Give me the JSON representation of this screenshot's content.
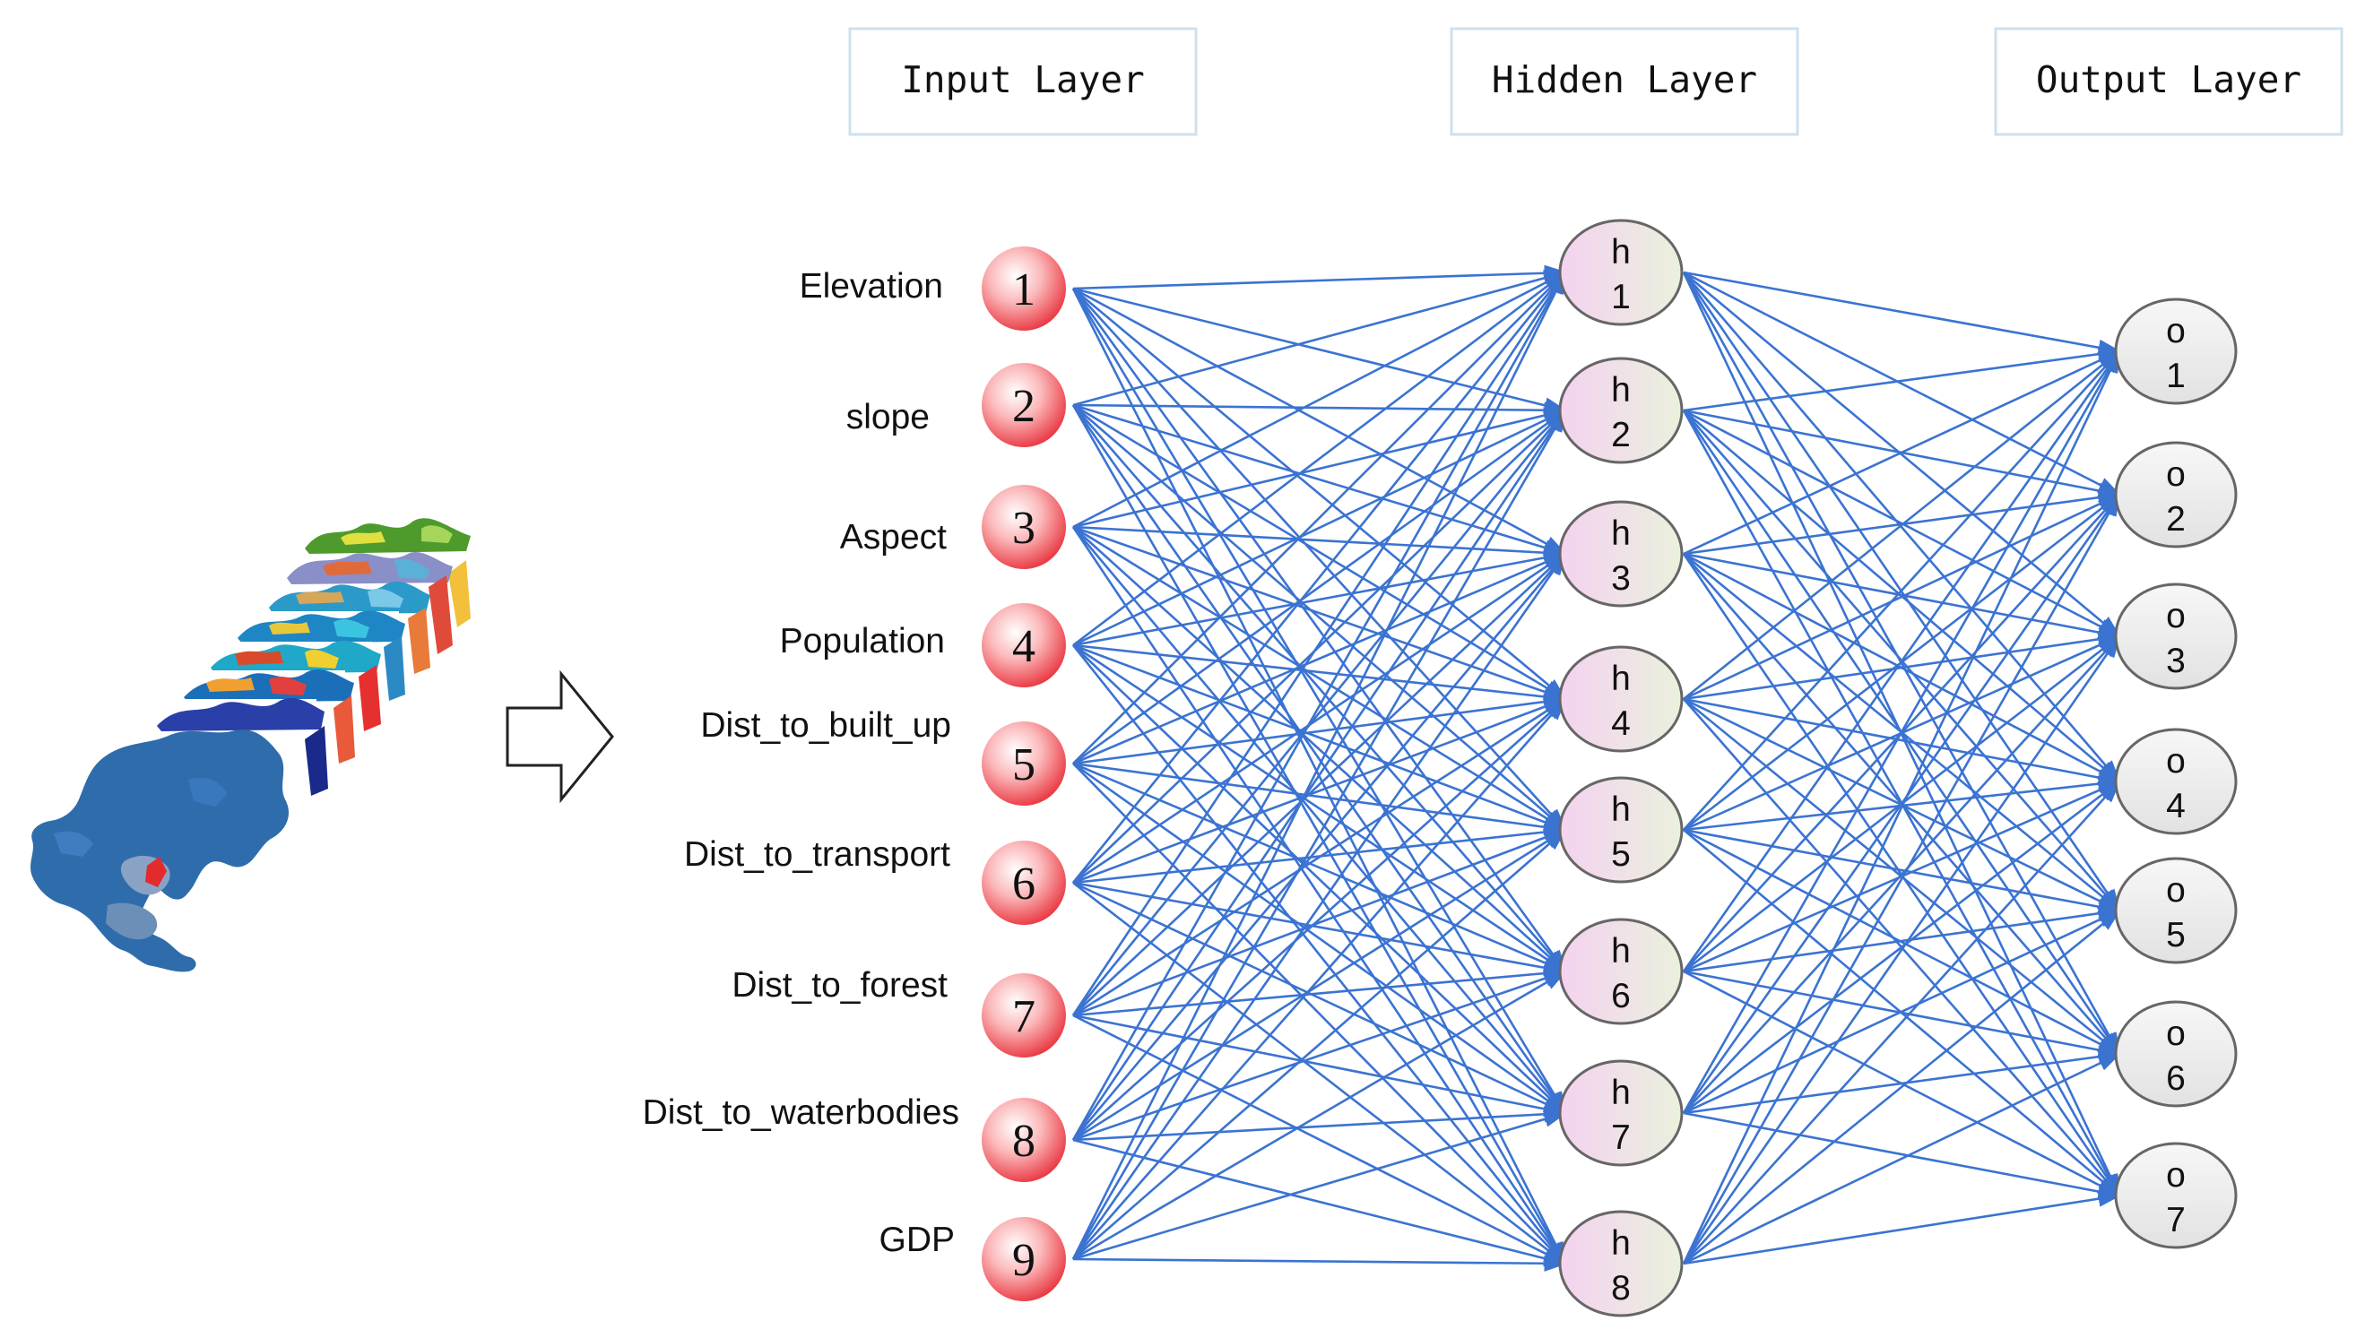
{
  "layer_titles": {
    "input": "Input Layer",
    "hidden": "Hidden Layer",
    "output": "Output Layer"
  },
  "input_nodes": [
    {
      "label": "Elevation",
      "number": "1"
    },
    {
      "label": "slope",
      "number": "2"
    },
    {
      "label": "Aspect",
      "number": "3"
    },
    {
      "label": "Population",
      "number": "4"
    },
    {
      "label": "Dist_to_built_up",
      "number": "5"
    },
    {
      "label": "Dist_to_transport",
      "number": "6"
    },
    {
      "label": "Dist_to_forest",
      "number": "7"
    },
    {
      "label": "Dist_to_waterbodies",
      "number": "8"
    },
    {
      "label": "GDP",
      "number": "9"
    }
  ],
  "hidden_nodes": [
    {
      "letter": "h",
      "index": "1"
    },
    {
      "letter": "h",
      "index": "2"
    },
    {
      "letter": "h",
      "index": "3"
    },
    {
      "letter": "h",
      "index": "4"
    },
    {
      "letter": "h",
      "index": "5"
    },
    {
      "letter": "h",
      "index": "6"
    },
    {
      "letter": "h",
      "index": "7"
    },
    {
      "letter": "h",
      "index": "8"
    }
  ],
  "output_nodes": [
    {
      "letter": "o",
      "index": "1"
    },
    {
      "letter": "o",
      "index": "2"
    },
    {
      "letter": "o",
      "index": "3"
    },
    {
      "letter": "o",
      "index": "4"
    },
    {
      "letter": "o",
      "index": "5"
    },
    {
      "letter": "o",
      "index": "6"
    },
    {
      "letter": "o",
      "index": "7"
    }
  ],
  "colors": {
    "connection": "#3b73d1",
    "input_node_center": "#ffffff",
    "input_node_edge": "#e8303a",
    "hidden_node_fill_start": "#f4d2f0",
    "hidden_node_fill_end": "#eaf1dd",
    "output_node_fill": "#ececec",
    "title_box_border": "#cfe0ee"
  },
  "icons": {
    "map_stack": "map-layer-stack-icon",
    "arrow": "right-arrow-icon"
  }
}
